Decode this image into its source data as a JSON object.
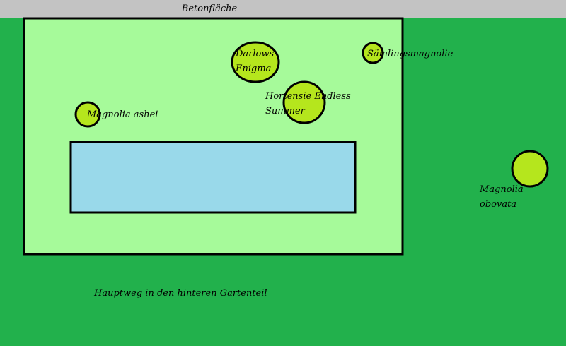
{
  "colors": {
    "background": "#22b14c",
    "concrete": "#c3c3c3",
    "lawn": "#a6fa9a",
    "pond": "#99d9ea",
    "plant": "#b5e61d",
    "outline": "#000000"
  },
  "labels": {
    "concrete_area": "Betonfläche",
    "main_path": "Hauptweg in den hinteren Gartenteil"
  },
  "plants": [
    {
      "id": "darlows-enigma",
      "lines": [
        "Darlows",
        "Enigma"
      ]
    },
    {
      "id": "saemlingsmagnolie",
      "lines": [
        "Sämlingsmagnolie"
      ]
    },
    {
      "id": "hortensie-endless-summer",
      "lines": [
        "Hortensie Endless",
        "Summer"
      ]
    },
    {
      "id": "magnolia-ashei",
      "lines": [
        "Magnolia ashei"
      ]
    },
    {
      "id": "magnolia-obovata",
      "lines": [
        "Magnolia",
        "obovata"
      ]
    }
  ]
}
